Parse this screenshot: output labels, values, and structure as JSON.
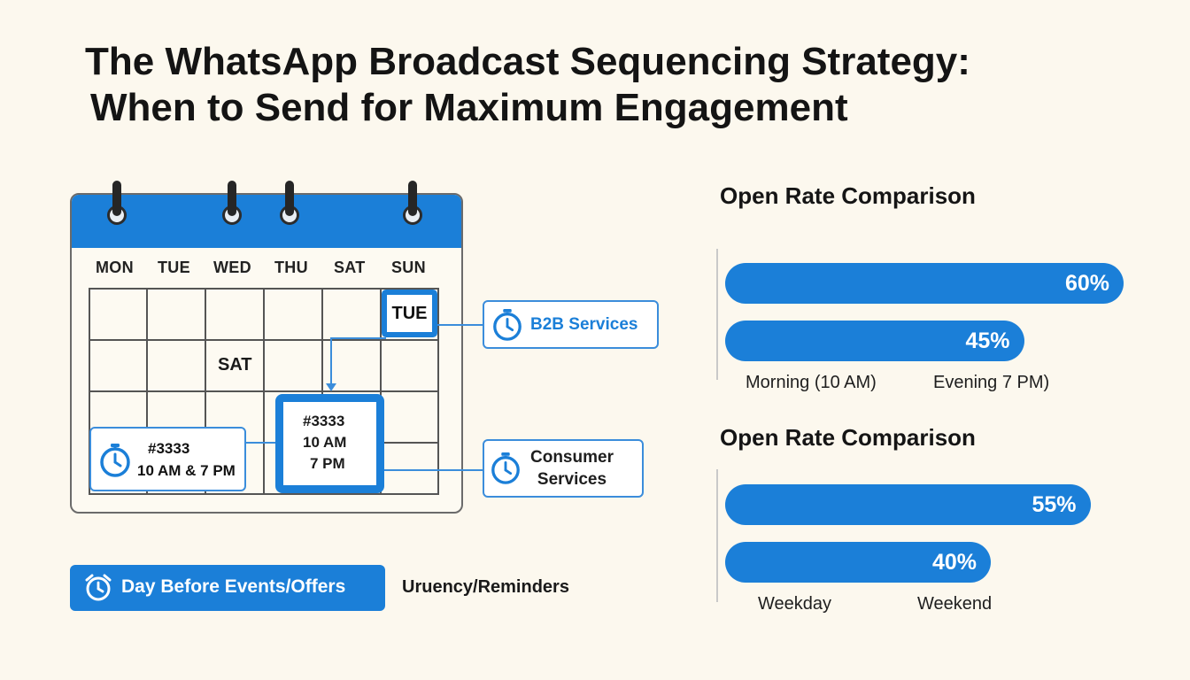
{
  "title": {
    "line1": "The WhatsApp Broadcast Sequencing Strategy:",
    "line2": "When to Send for Maximum Engagement"
  },
  "calendar": {
    "days": [
      "MON",
      "TUE",
      "WED",
      "THU",
      "SAT",
      "SUN"
    ],
    "cell_label_sat": "SAT",
    "highlight_tue": "TUE",
    "big_box": {
      "line1": "#3333",
      "line2": "10 AM",
      "line3": "7 PM"
    },
    "left_box": {
      "line1": "#3333",
      "line2": "10 AM & 7 PM"
    }
  },
  "callouts": {
    "b2b": "B2B Services",
    "consumer_line1": "Consumer",
    "consumer_line2": "Services"
  },
  "bottom": {
    "pill_label": "Day Before Events/Offers",
    "urgency_label": "Uruency/Reminders"
  },
  "colors": {
    "accent": "#1b7fd8",
    "background": "#fcf8ee"
  },
  "chart_data": [
    {
      "type": "bar",
      "title": "Open Rate Comparison",
      "orientation": "horizontal",
      "categories": [
        "Morning (10 AM)",
        "Evening 7 PM)"
      ],
      "values": [
        60,
        45
      ],
      "value_labels": [
        "60%",
        "45%"
      ],
      "xlim": [
        0,
        100
      ]
    },
    {
      "type": "bar",
      "title": "Open Rate Comparison",
      "orientation": "horizontal",
      "categories": [
        "Weekday",
        "Weekend"
      ],
      "values": [
        55,
        40
      ],
      "value_labels": [
        "55%",
        "40%"
      ],
      "xlim": [
        0,
        100
      ]
    }
  ]
}
